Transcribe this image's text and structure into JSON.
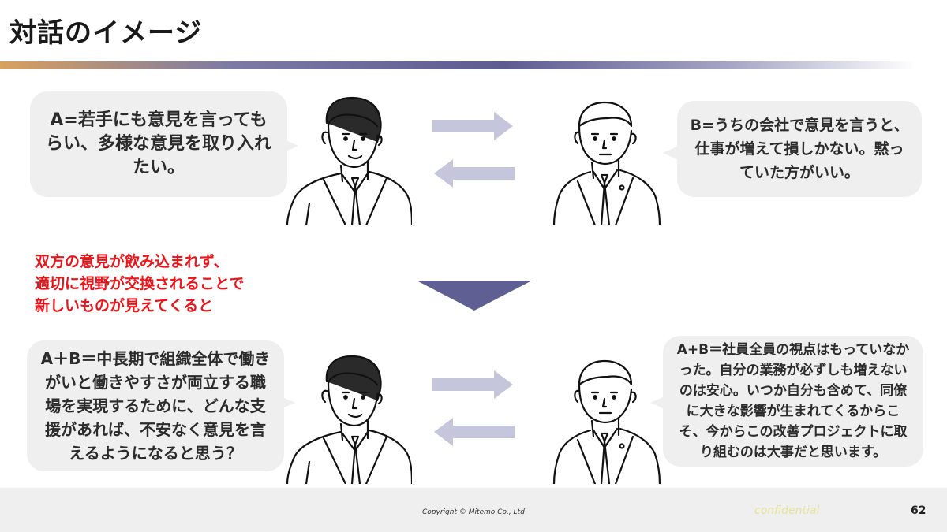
{
  "slide": {
    "title": "対話のイメージ",
    "top": {
      "bubble_a": "A=若手にも意見を言ってもらい、多様な意見を取り入れたい。",
      "bubble_b": "B=うちの会社で意見を言うと、仕事が増えて損しかない。黙っていた方がいい。"
    },
    "middle_text": [
      "双方の意見が飲み込まれず、",
      "適切に視野が交換されることで",
      "新しいものが見えてくると"
    ],
    "bottom": {
      "bubble_ab_left": "A＋B＝中長期で組織全体で働きがいと働きやすさが両立する職場を実現するために、どんな支援があれば、不安なく意見を言えるようになると思う？",
      "bubble_ab_right": "A+B＝社員全員の視点はもっていなかった。自分の業務が必ずしも増えないのは安心。いつか自分も含めて、同僚に大きな影響が生まれてくるからこそ、今からこの改善プロジェクトに取り組むのは大事だと思います。"
    },
    "colors": {
      "arrow": "#c5c5dc",
      "triangle": "#5f5f94",
      "accent_red": "#e8141a",
      "bubble": "#efefef"
    }
  },
  "footer": {
    "copyright": "Copyright © Mitemo Co., Ltd",
    "confidential": "confidential",
    "page_number": "62"
  }
}
